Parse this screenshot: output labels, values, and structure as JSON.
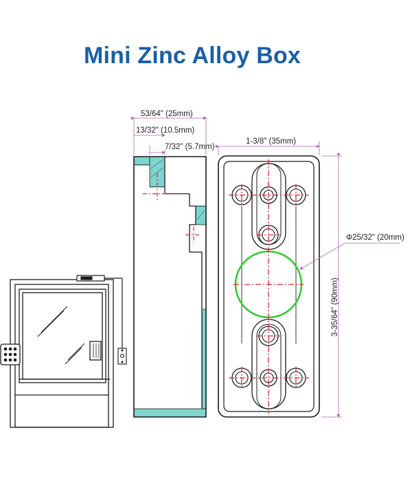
{
  "title": "Mini Zinc Alloy Box",
  "colors": {
    "title": "#1a5fa8",
    "outline": "#1a1a1a",
    "section_fill": "#7fd4cd",
    "center_line": "#e0262c",
    "circle": "#33cc33",
    "dimension_line": "#b35fb8"
  },
  "dimensions": {
    "depth_total": "53/64\" (25mm)",
    "depth_step": "13/32\" (10.5mm)",
    "depth_lip": "7/32\" (5.7mm)",
    "width": "1-3/8\" (35mm)",
    "hole_diameter": "Φ25/32\" (20mm)",
    "height": "3-35/64\" (90mm)"
  },
  "icons": [
    "door-illustration-icon",
    "keypad-icon",
    "exit-button-icon",
    "magnetic-lock-icon"
  ]
}
